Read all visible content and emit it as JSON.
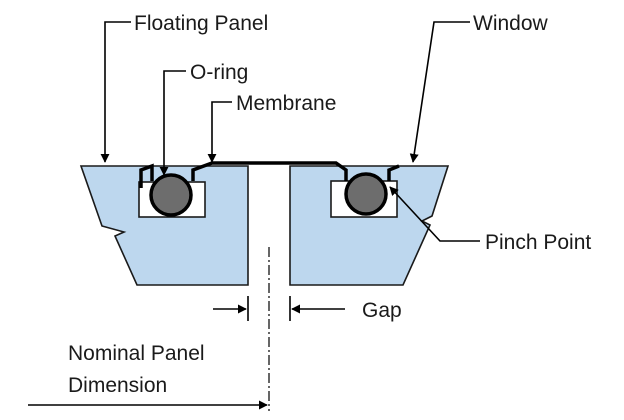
{
  "labels": {
    "floating_panel": "Floating Panel",
    "o_ring": "O-ring",
    "membrane": "Membrane",
    "window": "Window",
    "pinch_point": "Pinch Point",
    "gap": "Gap",
    "nominal_panel_line1": "Nominal Panel",
    "nominal_panel_line2": "Dimension"
  },
  "colors": {
    "panel_fill": "#bdd7ee",
    "o_ring_fill": "#6d6d6d",
    "outline": "#000000"
  }
}
